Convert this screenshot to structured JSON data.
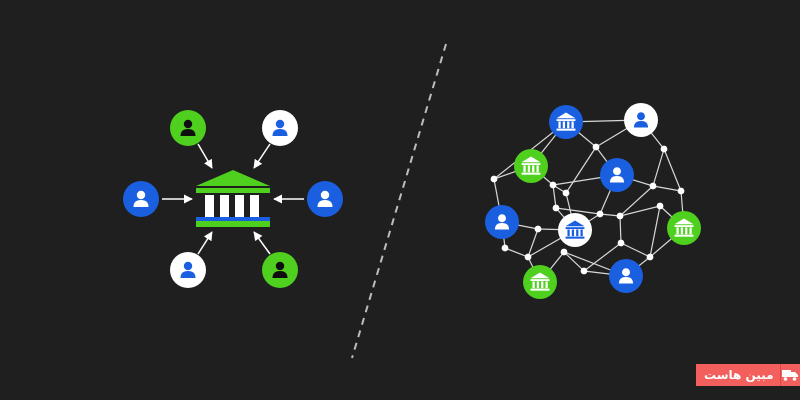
{
  "colors": {
    "background": "#1f1f1f",
    "green": "#4fcf1e",
    "blue": "#1a5fe0",
    "white": "#ffffff",
    "line": "#d8d8d8",
    "divider": "#bdbdbd",
    "badge": "#f25f5c"
  },
  "centralized": {
    "hub": {
      "icon": "bank-icon",
      "color": "green"
    },
    "nodes": [
      {
        "icon": "user-icon",
        "color": "green"
      },
      {
        "icon": "user-icon",
        "color": "white"
      },
      {
        "icon": "user-icon",
        "color": "blue"
      },
      {
        "icon": "user-icon",
        "color": "blue"
      },
      {
        "icon": "user-icon",
        "color": "white"
      },
      {
        "icon": "user-icon",
        "color": "green"
      }
    ]
  },
  "network": {
    "nodes": [
      {
        "icon": "bank-icon",
        "color": "blue"
      },
      {
        "icon": "user-icon",
        "color": "white"
      },
      {
        "icon": "bank-icon",
        "color": "green"
      },
      {
        "icon": "user-icon",
        "color": "blue"
      },
      {
        "icon": "user-icon",
        "color": "blue"
      },
      {
        "icon": "bank-icon",
        "color": "white"
      },
      {
        "icon": "bank-icon",
        "color": "green"
      },
      {
        "icon": "bank-icon",
        "color": "green"
      },
      {
        "icon": "user-icon",
        "color": "blue"
      }
    ]
  },
  "watermark": {
    "text": "مبین هاست",
    "icon": "truck-icon"
  }
}
